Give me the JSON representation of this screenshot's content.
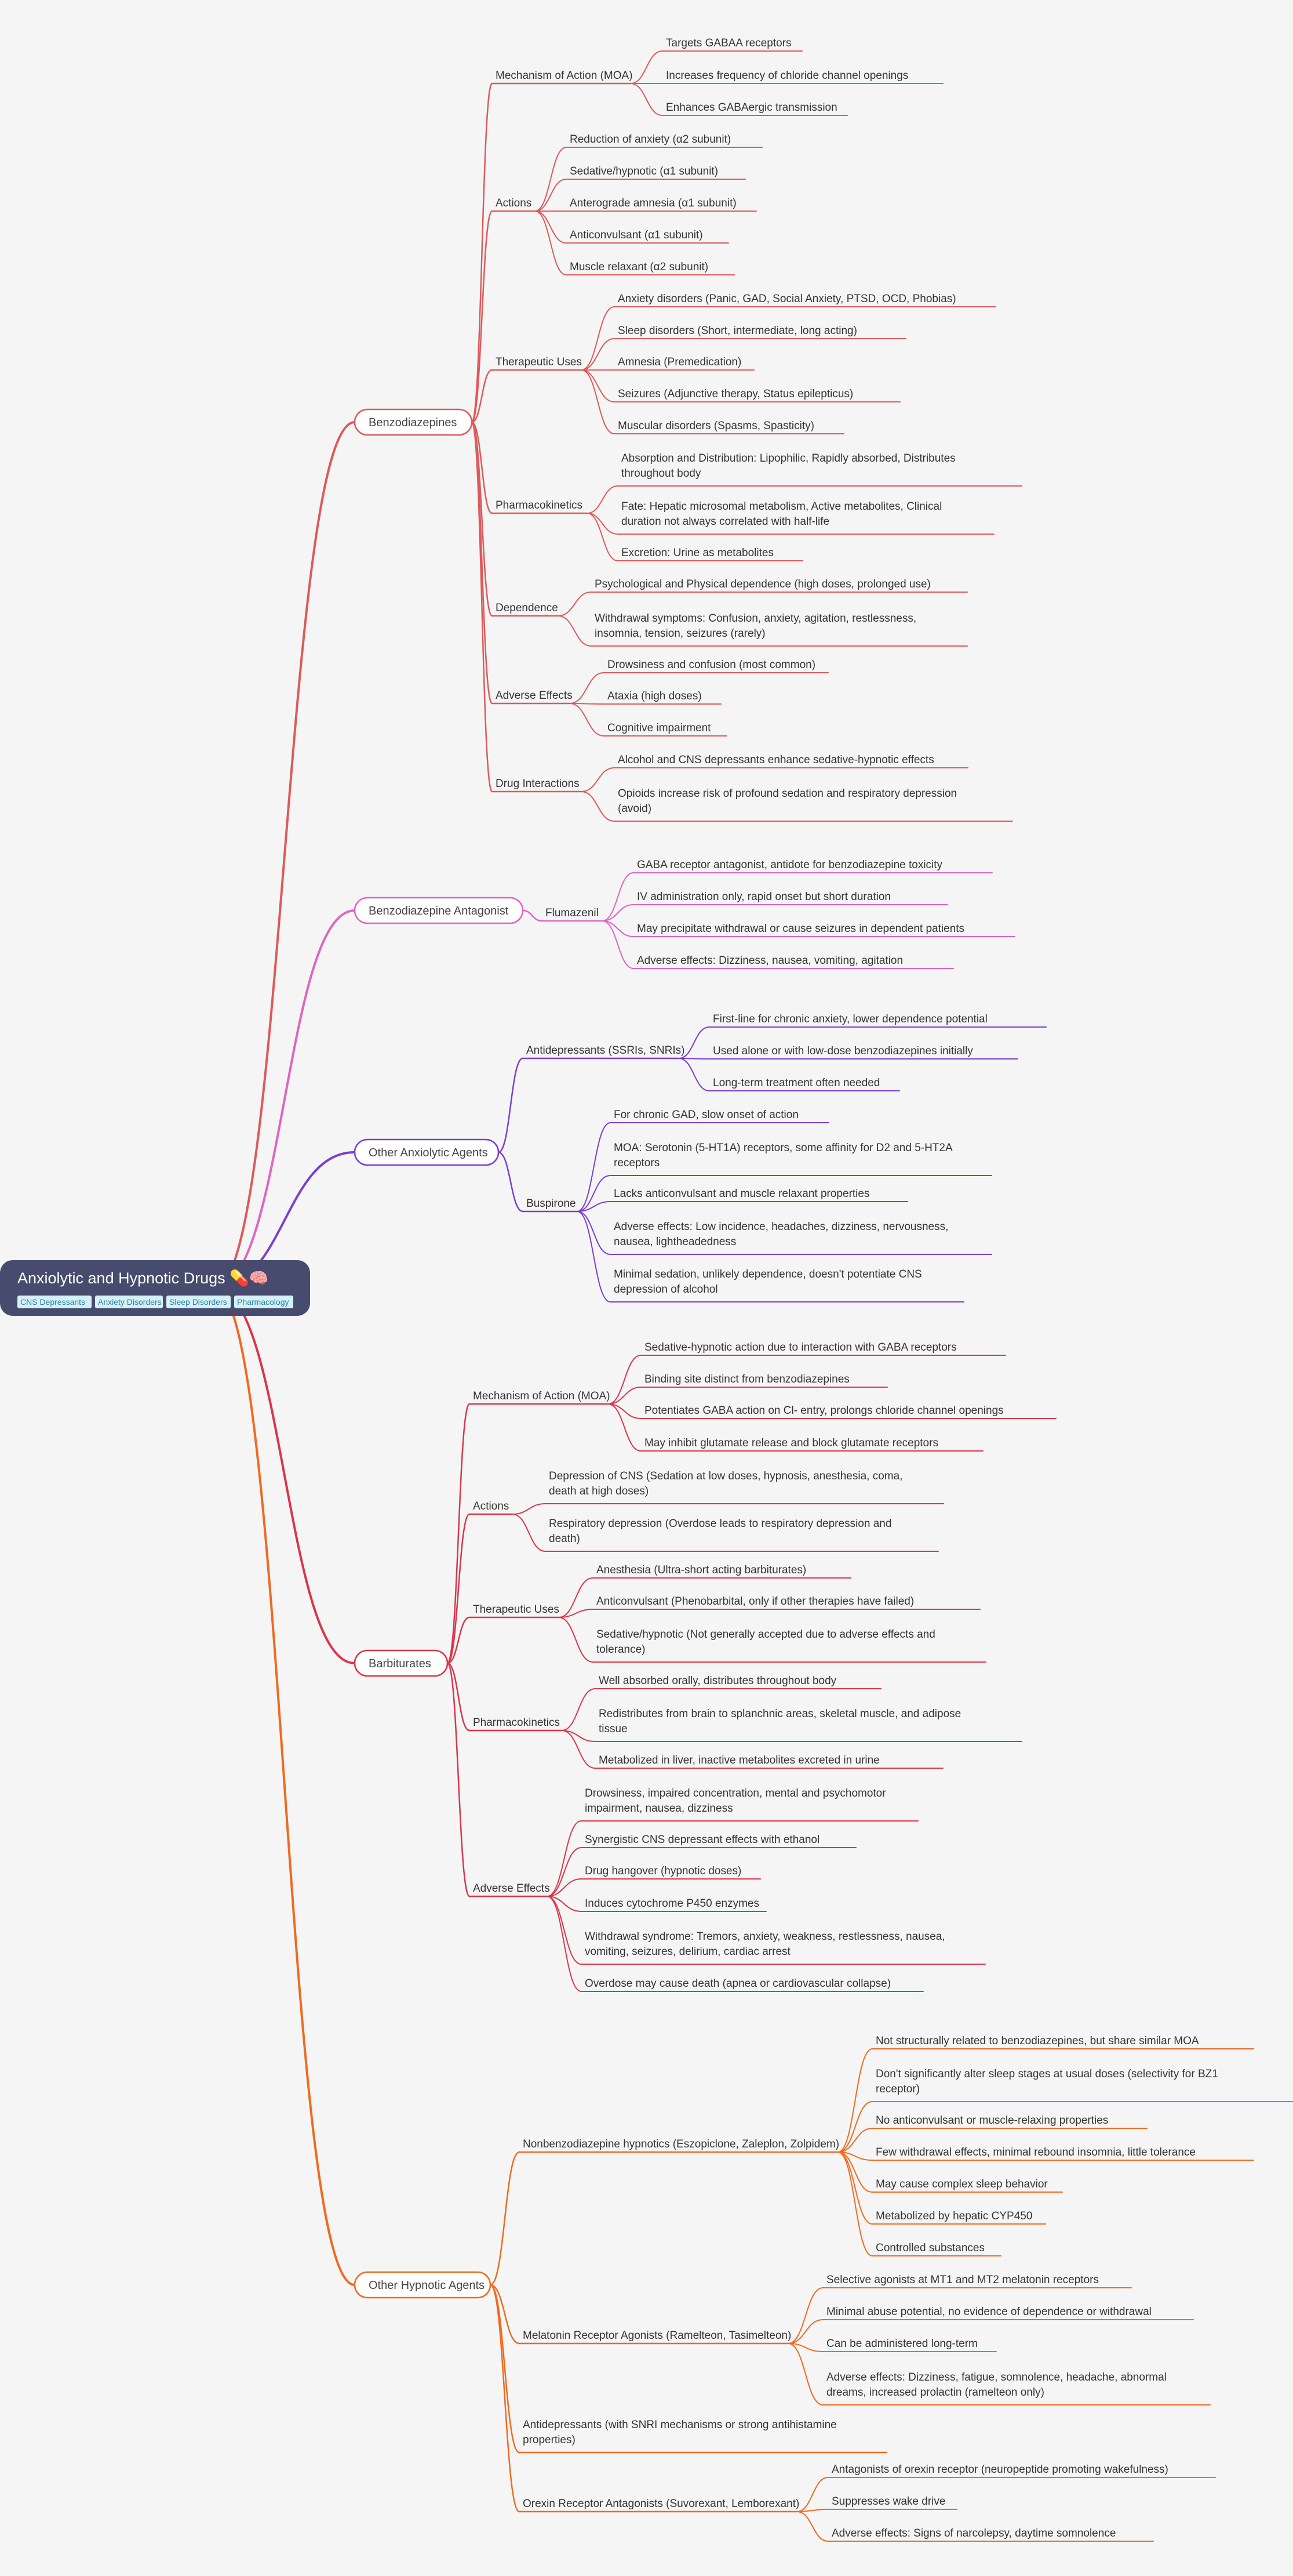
{
  "root": {
    "title": "Anxiolytic and Hypnotic Drugs 💊🧠",
    "tags": [
      "CNS Depressants",
      "Anxiety Disorders",
      "Sleep Disorders",
      "Pharmacology"
    ],
    "fill": "#474b6d"
  },
  "branches": [
    {
      "label": "Benzodiazepines",
      "color": "#dd5a5a",
      "children": [
        {
          "label": "Mechanism of Action (MOA)",
          "children": [
            {
              "label": "Targets GABAA receptors"
            },
            {
              "label": "Increases frequency of chloride channel openings"
            },
            {
              "label": "Enhances GABAergic transmission"
            }
          ]
        },
        {
          "label": "Actions",
          "children": [
            {
              "label": "Reduction of anxiety (α2 subunit)"
            },
            {
              "label": "Sedative/hypnotic (α1 subunit)"
            },
            {
              "label": "Anterograde amnesia (α1 subunit)"
            },
            {
              "label": "Anticonvulsant (α1 subunit)"
            },
            {
              "label": "Muscle relaxant (α2 subunit)"
            }
          ]
        },
        {
          "label": "Therapeutic Uses",
          "children": [
            {
              "label": "Anxiety disorders (Panic, GAD, Social Anxiety, PTSD, OCD, Phobias)"
            },
            {
              "label": "Sleep disorders (Short, intermediate, long acting)"
            },
            {
              "label": "Amnesia (Premedication)"
            },
            {
              "label": "Seizures (Adjunctive therapy, Status epilepticus)"
            },
            {
              "label": "Muscular disorders (Spasms, Spasticity)"
            }
          ]
        },
        {
          "label": "Pharmacokinetics",
          "children": [
            {
              "label": "Absorption and Distribution: Lipophilic, Rapidly absorbed, Distributes throughout body",
              "lines": [
                "Absorption and Distribution: Lipophilic, Rapidly absorbed, Distributes",
                "throughout body"
              ]
            },
            {
              "label": "Fate: Hepatic microsomal metabolism, Active metabolites, Clinical duration not always correlated with half-life",
              "lines": [
                "Fate: Hepatic microsomal metabolism, Active metabolites, Clinical",
                "duration not always correlated with half-life"
              ]
            },
            {
              "label": "Excretion: Urine as metabolites"
            }
          ]
        },
        {
          "label": "Dependence",
          "children": [
            {
              "label": "Psychological and Physical dependence (high doses, prolonged use)"
            },
            {
              "label": "Withdrawal symptoms: Confusion, anxiety, agitation, restlessness, insomnia, tension, seizures (rarely)",
              "lines": [
                "Withdrawal symptoms: Confusion, anxiety, agitation, restlessness,",
                "insomnia, tension, seizures (rarely)"
              ]
            }
          ]
        },
        {
          "label": "Adverse Effects",
          "children": [
            {
              "label": "Drowsiness and confusion (most common)"
            },
            {
              "label": "Ataxia (high doses)"
            },
            {
              "label": "Cognitive impairment"
            }
          ]
        },
        {
          "label": "Drug Interactions",
          "children": [
            {
              "label": "Alcohol and CNS depressants enhance sedative-hypnotic effects"
            },
            {
              "label": "Opioids increase risk of profound sedation and respiratory depression (avoid)",
              "lines": [
                "Opioids increase risk of profound sedation and respiratory depression",
                "(avoid)"
              ]
            }
          ]
        }
      ]
    },
    {
      "label": "Benzodiazepine Antagonist",
      "color": "#df64c2",
      "children": [
        {
          "label": "Flumazenil",
          "children": [
            {
              "label": "GABA receptor antagonist, antidote for benzodiazepine toxicity"
            },
            {
              "label": "IV administration only, rapid onset but short duration"
            },
            {
              "label": "May precipitate withdrawal or cause seizures in dependent patients"
            },
            {
              "label": "Adverse effects: Dizziness, nausea, vomiting, agitation"
            }
          ]
        }
      ]
    },
    {
      "label": "Other Anxiolytic Agents",
      "color": "#7a3fd0",
      "children": [
        {
          "label": "Antidepressants (SSRIs, SNRIs)",
          "children": [
            {
              "label": "First-line for chronic anxiety, lower dependence potential"
            },
            {
              "label": "Used alone or with low-dose benzodiazepines initially"
            },
            {
              "label": "Long-term treatment often needed"
            }
          ]
        },
        {
          "label": "Buspirone",
          "children": [
            {
              "label": "For chronic GAD, slow onset of action"
            },
            {
              "label": "MOA: Serotonin (5-HT1A) receptors, some affinity for D2 and 5-HT2A receptors",
              "lines": [
                "MOA: Serotonin (5-HT1A) receptors, some affinity for D2 and 5-HT2A",
                "receptors"
              ]
            },
            {
              "label": "Lacks anticonvulsant and muscle relaxant properties"
            },
            {
              "label": "Adverse effects: Low incidence, headaches, dizziness, nervousness, nausea, lightheadedness",
              "lines": [
                "Adverse effects: Low incidence, headaches, dizziness, nervousness,",
                "nausea, lightheadedness"
              ]
            },
            {
              "label": "Minimal sedation, unlikely dependence, doesn't potentiate CNS depression of alcohol",
              "lines": [
                "Minimal sedation, unlikely dependence, doesn't potentiate CNS",
                "depression of alcohol"
              ]
            }
          ]
        }
      ]
    },
    {
      "label": "Barbiturates",
      "color": "#d9364a",
      "children": [
        {
          "label": "Mechanism of Action (MOA)",
          "children": [
            {
              "label": "Sedative-hypnotic action due to interaction with GABA receptors"
            },
            {
              "label": "Binding site distinct from benzodiazepines"
            },
            {
              "label": "Potentiates GABA action on Cl- entry, prolongs chloride channel openings"
            },
            {
              "label": "May inhibit glutamate release and block glutamate receptors"
            }
          ]
        },
        {
          "label": "Actions",
          "children": [
            {
              "label": "Depression of CNS (Sedation at low doses, hypnosis, anesthesia, coma, death at high doses)",
              "lines": [
                "Depression of CNS (Sedation at low doses, hypnosis, anesthesia, coma,",
                "death at high doses)"
              ]
            },
            {
              "label": "Respiratory depression (Overdose leads to respiratory depression and death)",
              "lines": [
                "Respiratory depression (Overdose leads to respiratory depression and",
                "death)"
              ]
            }
          ]
        },
        {
          "label": "Therapeutic Uses",
          "children": [
            {
              "label": "Anesthesia (Ultra-short acting barbiturates)"
            },
            {
              "label": "Anticonvulsant (Phenobarbital, only if other therapies have failed)"
            },
            {
              "label": "Sedative/hypnotic (Not generally accepted due to adverse effects and tolerance)",
              "lines": [
                "Sedative/hypnotic (Not generally accepted due to adverse effects and",
                "tolerance)"
              ]
            }
          ]
        },
        {
          "label": "Pharmacokinetics",
          "children": [
            {
              "label": "Well absorbed orally, distributes throughout body"
            },
            {
              "label": "Redistributes from brain to splanchnic areas, skeletal muscle, and adipose tissue",
              "lines": [
                "Redistributes from brain to splanchnic areas, skeletal muscle, and adipose",
                "tissue"
              ]
            },
            {
              "label": "Metabolized in liver, inactive metabolites excreted in urine"
            }
          ]
        },
        {
          "label": "Adverse Effects",
          "children": [
            {
              "label": "Drowsiness, impaired concentration, mental and psychomotor impairment, nausea, dizziness",
              "lines": [
                "Drowsiness, impaired concentration, mental and psychomotor",
                "impairment, nausea, dizziness"
              ]
            },
            {
              "label": "Synergistic CNS depressant effects with ethanol"
            },
            {
              "label": "Drug hangover (hypnotic doses)"
            },
            {
              "label": "Induces cytochrome P450 enzymes"
            },
            {
              "label": "Withdrawal syndrome: Tremors, anxiety, weakness, restlessness, nausea, vomiting, seizures, delirium, cardiac arrest",
              "lines": [
                "Withdrawal syndrome: Tremors, anxiety, weakness, restlessness, nausea,",
                "vomiting, seizures, delirium, cardiac arrest"
              ]
            },
            {
              "label": "Overdose may cause death (apnea or cardiovascular collapse)"
            }
          ]
        }
      ]
    },
    {
      "label": "Other Hypnotic Agents",
      "color": "#ef6a1f",
      "children": [
        {
          "label": "Nonbenzodiazepine hypnotics (Eszopiclone, Zaleplon, Zolpidem)",
          "children": [
            {
              "label": "Not structurally related to benzodiazepines, but share similar MOA"
            },
            {
              "label": "Don't significantly alter sleep stages at usual doses (selectivity for BZ1 receptor)",
              "lines": [
                "Don't significantly alter sleep stages at usual doses (selectivity for BZ1",
                "receptor)"
              ]
            },
            {
              "label": "No anticonvulsant or muscle-relaxing properties"
            },
            {
              "label": "Few withdrawal effects, minimal rebound insomnia, little tolerance"
            },
            {
              "label": "May cause complex sleep behavior"
            },
            {
              "label": "Metabolized by hepatic CYP450"
            },
            {
              "label": "Controlled substances"
            }
          ]
        },
        {
          "label": "Melatonin Receptor Agonists (Ramelteon, Tasimelteon)",
          "children": [
            {
              "label": "Selective agonists at MT1 and MT2 melatonin receptors"
            },
            {
              "label": "Minimal abuse potential, no evidence of dependence or withdrawal"
            },
            {
              "label": "Can be administered long-term"
            },
            {
              "label": "Adverse effects: Dizziness, fatigue, somnolence, headache, abnormal dreams, increased prolactin (ramelteon only)",
              "lines": [
                "Adverse effects: Dizziness, fatigue, somnolence, headache, abnormal",
                "dreams, increased prolactin (ramelteon only)"
              ]
            }
          ]
        },
        {
          "label": "Antidepressants (with SNRI mechanisms or strong antihistamine properties)",
          "lines": [
            "Antidepressants (with SNRI mechanisms or strong antihistamine",
            "properties)"
          ],
          "children": []
        },
        {
          "label": "Orexin Receptor Antagonists (Suvorexant, Lemborexant)",
          "children": [
            {
              "label": "Antagonists of orexin receptor (neuropeptide promoting wakefulness)"
            },
            {
              "label": "Suppresses wake drive"
            },
            {
              "label": "Adverse effects: Signs of narcolepsy, daytime somnolence"
            }
          ]
        }
      ]
    }
  ]
}
